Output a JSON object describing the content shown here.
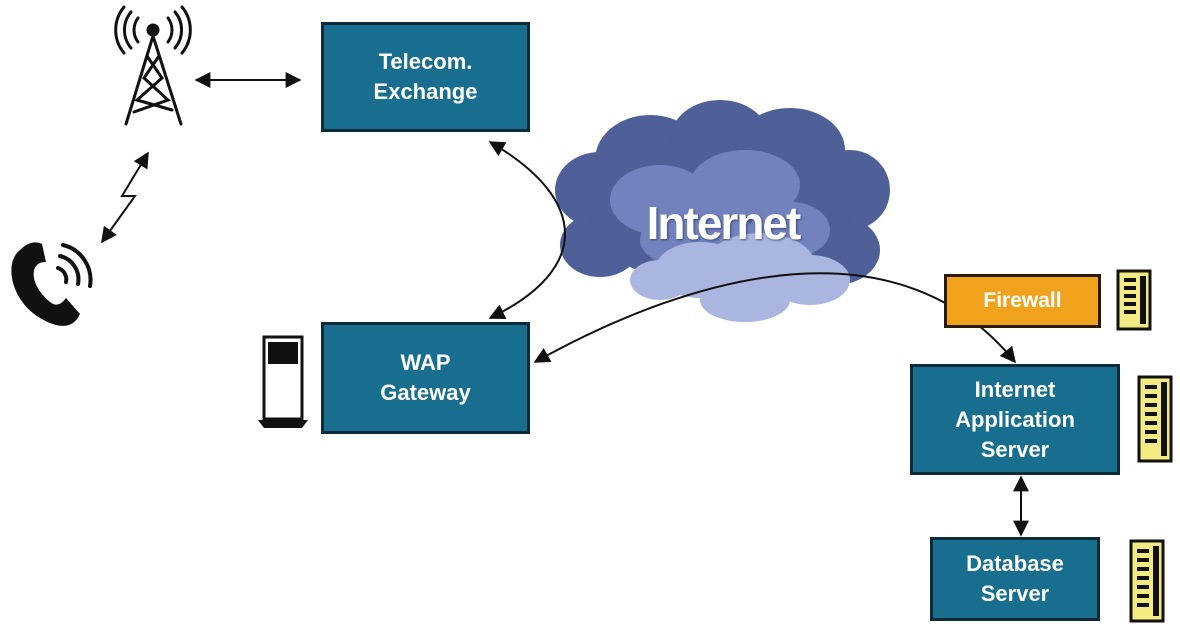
{
  "nodes": {
    "telecom_exchange": {
      "line1": "Telecom.",
      "line2": "Exchange"
    },
    "wap_gateway": {
      "line1": "WAP",
      "line2": "Gateway"
    },
    "firewall": {
      "label": "Firewall"
    },
    "internet_application_server": {
      "line1": "Internet",
      "line2": "Application",
      "line3": "Server"
    },
    "database_server": {
      "line1": "Database",
      "line2": "Server"
    }
  },
  "cloud": {
    "label": "Internet"
  },
  "icons": [
    "cell-tower-icon",
    "mobile-phone-icon",
    "wap-device-icon",
    "server-rack-icon"
  ],
  "colors": {
    "node_fill": "#176e8e",
    "node_border": "#0b2b38",
    "firewall_fill": "#f0a21c",
    "cloud_dark": "#4f5f97",
    "cloud_light": "#aab5e0",
    "server_yellow": "#f3ea82"
  }
}
